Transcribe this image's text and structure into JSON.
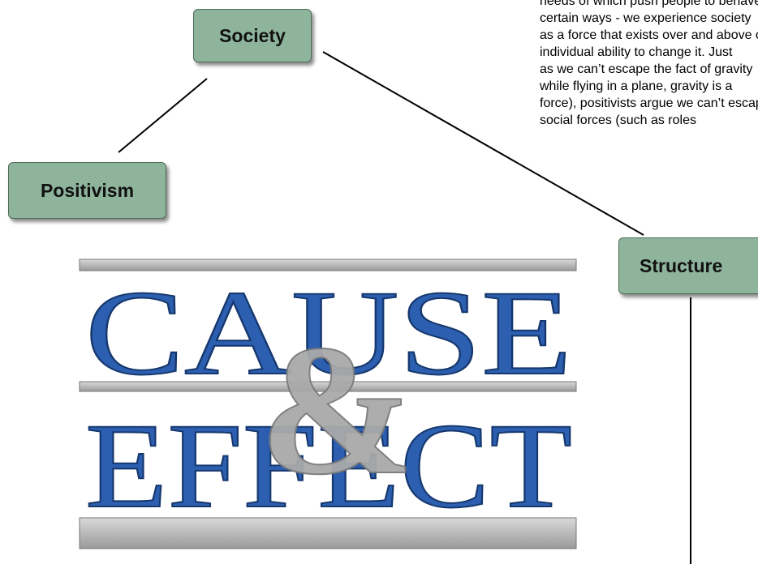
{
  "nodes": {
    "society": "Society",
    "positivism": "Positivism",
    "structure": "Structure"
  },
  "text_block": "needs of which push people to behave in\ncertain ways - we experience society\nas a force that exists over and above our\nindividual ability to change it. Just\nas we can’t escape the fact of gravity\nwhile flying in a plane, gravity is a\nforce), positivists argue we can’t escape\nsocial forces (such as roles",
  "logo": {
    "line1": "CAUSE",
    "ampersand": "&",
    "line2": "EFFECT"
  },
  "colors": {
    "node_fill": "#8fb49c",
    "logo_blue": "#2c5fb0",
    "logo_gray": "#a9a9a9"
  }
}
